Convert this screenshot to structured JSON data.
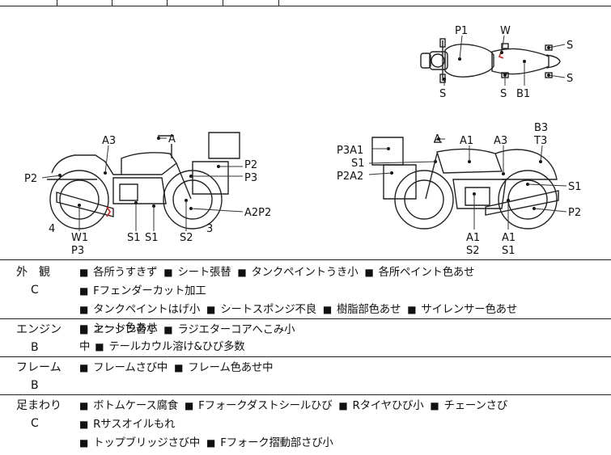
{
  "diagram": {
    "top_view_labels": [
      "P1",
      "W",
      "S",
      "S",
      "S",
      "S",
      "B1"
    ],
    "left_side_labels": [
      "A3",
      "A",
      "P2",
      "P2",
      "P3",
      "A2P2",
      "4",
      "W1",
      "P3",
      "S1",
      "S1",
      "S2",
      "3"
    ],
    "right_side_labels": [
      "A",
      "A1",
      "A3",
      "B3",
      "T3",
      "P3A1",
      "S1",
      "P2A2",
      "S1",
      "P2",
      "A1",
      "S2",
      "A1",
      "S1"
    ]
  },
  "rows": [
    {
      "category": "外　観",
      "grade": "C",
      "lines": [
        [
          "各所うすきず",
          "シート張替",
          "タンクペイントうき小",
          "各所ペイント色あせ",
          "Fフェンダーカット加工"
        ],
        [
          "タンクペイントはげ小",
          "シートスポンジ不良",
          "樹脂部色あせ",
          "サイレンサー色あせ",
          "シート色あせ"
        ],
        [
          "テールカウル溶け&ひび多数"
        ]
      ],
      "carry_prefix": "中"
    },
    {
      "category": "エンジン",
      "grade": "B",
      "lines": [
        [
          "エンジン音小",
          "ラジエターコアへこみ小"
        ]
      ]
    },
    {
      "category": "フレーム",
      "grade": "B",
      "lines": [
        [
          "フレームさび中",
          "フレーム色あせ中"
        ]
      ]
    },
    {
      "category": "足まわり",
      "grade": "C",
      "lines": [
        [
          "ボトムケース腐食",
          "Fフォークダストシールひび",
          "Rタイヤひび小",
          "チェーンさび",
          "Rサスオイルもれ"
        ],
        [
          "トップブリッジさび中",
          "Fフォーク摺動部さび小"
        ]
      ]
    }
  ]
}
